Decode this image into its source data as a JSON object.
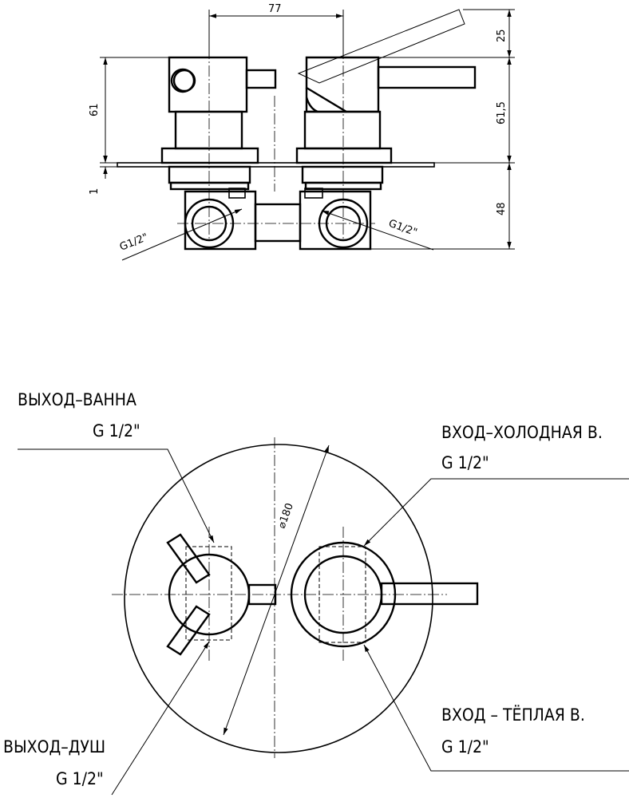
{
  "dimensions": {
    "width_top": "77",
    "height_lever": "25",
    "height_body_left": "61",
    "height_body_right": "61,5",
    "plate_thickness": "1",
    "connection_depth": "48",
    "thread_left": "G1/2\"",
    "thread_right": "G1/2\"",
    "diameter": "⌀180"
  },
  "labels": {
    "outlet_bath": {
      "name": "ВЫХОД–ВАННА",
      "thread": "G 1/2\""
    },
    "inlet_cold": {
      "name": "ВХОД–ХОЛОДНАЯ В.",
      "thread": "G 1/2\""
    },
    "outlet_shower": {
      "name": "ВЫХОД–ДУШ",
      "thread": "G 1/2\""
    },
    "inlet_warm": {
      "name": "ВХОД – ТЁПЛАЯ В.",
      "thread": "G 1/2\""
    }
  }
}
